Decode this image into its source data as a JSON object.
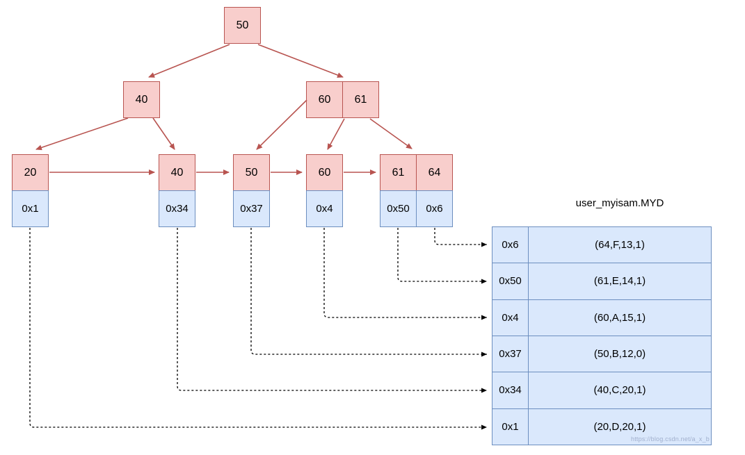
{
  "colors": {
    "node_fill": "#f8cecc",
    "node_stroke": "#b85450",
    "addr_fill": "#dae8fc",
    "addr_stroke": "#6c8ebf",
    "connector": "#000000",
    "background": "#ffffff"
  },
  "tree": {
    "root": {
      "key": "50"
    },
    "internal_left": {
      "key": "40"
    },
    "internal_right": {
      "keys": [
        "60",
        "61"
      ]
    },
    "leaves": [
      {
        "key": "20",
        "addr": "0x1"
      },
      {
        "key": "40",
        "addr": "0x34"
      },
      {
        "key": "50",
        "addr": "0x37"
      },
      {
        "key": "60",
        "addr": "0x4"
      },
      {
        "key": "61",
        "addr": "0x50"
      },
      {
        "key": "64",
        "addr": "0x6"
      }
    ]
  },
  "data_file": {
    "title": "user_myisam.MYD",
    "rows": [
      {
        "addr": "0x6",
        "record": "(64,F,13,1)"
      },
      {
        "addr": "0x50",
        "record": "(61,E,14,1)"
      },
      {
        "addr": "0x4",
        "record": "(60,A,15,1)"
      },
      {
        "addr": "0x37",
        "record": "(50,B,12,0)"
      },
      {
        "addr": "0x34",
        "record": "(40,C,20,1)"
      },
      {
        "addr": "0x1",
        "record": "(20,D,20,1)"
      }
    ],
    "watermark": "https://blog.csdn.net/a_x_b"
  }
}
